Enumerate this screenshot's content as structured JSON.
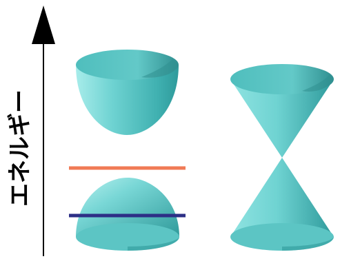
{
  "axis": {
    "label": "エネルギー"
  },
  "colors": {
    "surface": "#6fd3d2",
    "surface_light": "#a7ecea",
    "surface_dark": "#3aa7a7",
    "surface_inner": "#4bb9b8",
    "upper_level_line": "#f07a55",
    "lower_level_line": "#2d2f86",
    "axis": "#000000"
  },
  "components": [
    {
      "name": "gapped-upper-paraboloid",
      "shape": "paraboloid-opening-up"
    },
    {
      "name": "gapped-lower-paraboloid",
      "shape": "paraboloid-opening-down"
    },
    {
      "name": "dirac-upper-cone",
      "shape": "cone-opening-up"
    },
    {
      "name": "dirac-lower-cone",
      "shape": "cone-opening-down"
    }
  ]
}
